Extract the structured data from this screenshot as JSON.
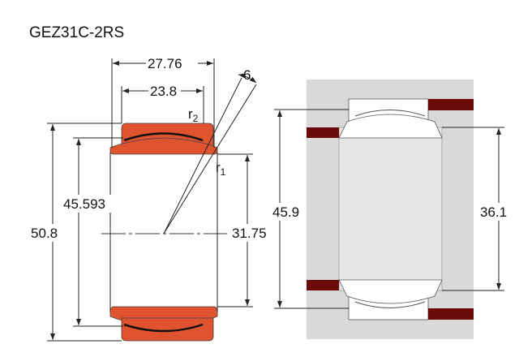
{
  "title": "GEZ31C-2RS",
  "left_view": {
    "outer_width": "27.76",
    "inner_width": "23.8",
    "tilt_angle": "6",
    "r2": "r",
    "r2_sub": "2",
    "r1": "r",
    "r1_sub": "1",
    "outer_diameter": "50.8",
    "sphere_diameter": "45.593",
    "bore_diameter": "31.75"
  },
  "right_view": {
    "housing_shoulder": "45.9",
    "shaft_shoulder": "36.1"
  },
  "colors": {
    "ring": "#e0532f",
    "seal": "#6b0a0a",
    "housing": "#d9d9d9"
  }
}
